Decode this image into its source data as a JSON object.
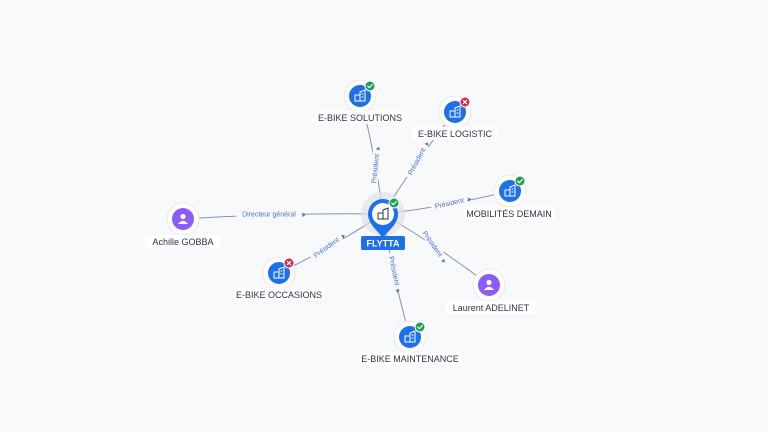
{
  "center": {
    "label": "FLYTTA",
    "status": "ok"
  },
  "nodes": [
    {
      "id": "solutions",
      "label": "E-BIKE SOLUTIONS",
      "kind": "company",
      "status": "ok",
      "relation": "Président"
    },
    {
      "id": "logistic",
      "label": "E-BIKE LOGISTIC",
      "kind": "company",
      "status": "ko",
      "relation": "Président"
    },
    {
      "id": "mobilites",
      "label": "MOBILITÉS DEMAIN",
      "kind": "company",
      "status": "ok",
      "relation": "Président"
    },
    {
      "id": "laurent",
      "label": "Laurent ADELINET",
      "kind": "person",
      "status": "",
      "relation": "Président"
    },
    {
      "id": "maintenance",
      "label": "E-BIKE MAINTENANCE",
      "kind": "company",
      "status": "ok",
      "relation": "Président"
    },
    {
      "id": "occasions",
      "label": "E-BIKE OCCASIONS",
      "kind": "company",
      "status": "ko",
      "relation": "Président"
    },
    {
      "id": "achille",
      "label": "Achille GOBBA",
      "kind": "person",
      "status": "",
      "relation": "Directeur général"
    }
  ],
  "colors": {
    "company": "#1f6fe5",
    "person": "#8b5cf6",
    "ok": "#1f9d55",
    "ko": "#d6224c",
    "edge_label": "#4a6fd0"
  },
  "icons": {
    "company": "building-icon",
    "person": "user-icon",
    "ok": "check-icon",
    "ko": "close-icon"
  }
}
